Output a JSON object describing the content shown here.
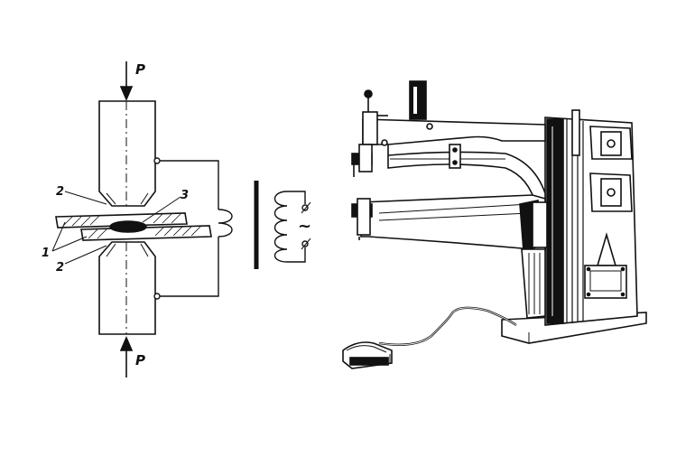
{
  "schematic": {
    "force_top": "P",
    "force_bottom": "P",
    "label_electrode_top": "2",
    "label_electrode_bottom": "2",
    "label_weld_nugget": "3",
    "label_sheets": "1",
    "ac_symbol": "~"
  },
  "colors": {
    "ink": "#111111",
    "background": "#ffffff"
  },
  "machine": {
    "icon": "spot-welding-machine-icon",
    "pedal_icon": "foot-pedal-icon"
  }
}
